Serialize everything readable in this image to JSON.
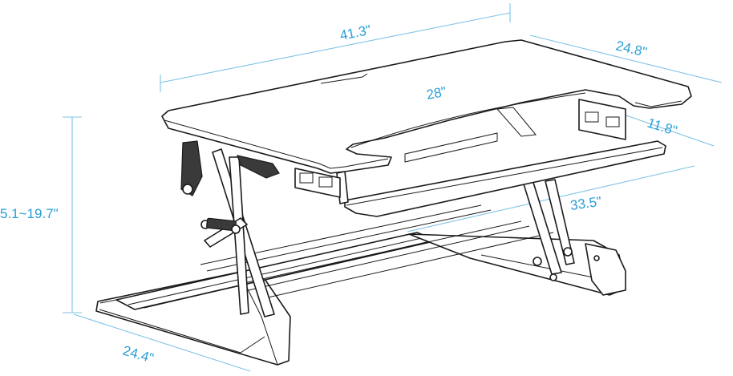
{
  "dimensions": {
    "desktop_width": "41.3\"",
    "desktop_depth": "24.8\"",
    "keyboard_tray_width": "28\"",
    "keyboard_tray_depth": "11.8\"",
    "height_range": "5.1~19.7\"",
    "base_width": "33.5\"",
    "base_depth": "24.4\""
  },
  "colors": {
    "dimension_text": "#2a9fd6",
    "dimension_line": "#7ec3e6",
    "outline": "#1a1a1a"
  }
}
